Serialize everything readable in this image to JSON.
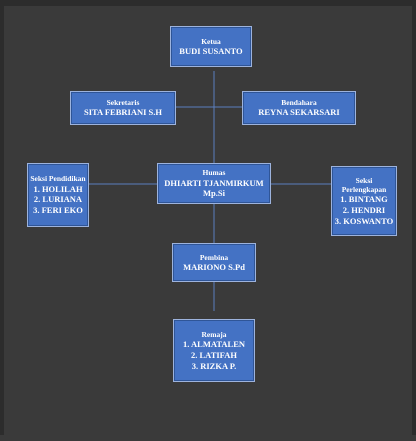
{
  "colors": {
    "background": "#3a3a3a",
    "box_fill": "#4472c4",
    "connector": "#5b7fbf"
  },
  "nodes": {
    "ketua": {
      "role": "Ketua",
      "names": [
        "BUDI SUSANTO"
      ]
    },
    "sekretaris": {
      "role": "Sekretaris",
      "names": [
        "SITA FEBRIANI S.H"
      ]
    },
    "bendahara": {
      "role": "Bendahara",
      "names": [
        "REYNA SEKARSARI"
      ]
    },
    "seksi_pendidikan": {
      "role": "Seksi Pendidikan",
      "names": [
        "1. HOLILAH",
        "2. LURIANA",
        "3. FERI EKO"
      ]
    },
    "humas": {
      "role": "Humas",
      "names": [
        "DHIARTI TJANMIRKUM",
        "Mp.Si"
      ]
    },
    "seksi_perlengkapan": {
      "role": "Seksi Perlengkapan",
      "names": [
        "1. BINTANG",
        "2. HENDRI",
        "3. KOSWANTO"
      ]
    },
    "pembina": {
      "role": "Pembina",
      "names": [
        "MARIONO S.Pd"
      ]
    },
    "remaja": {
      "role": "Remaja",
      "names": [
        "1. ALMATALEN",
        "2. LATIFAH",
        "3. RIZKA P."
      ]
    }
  }
}
